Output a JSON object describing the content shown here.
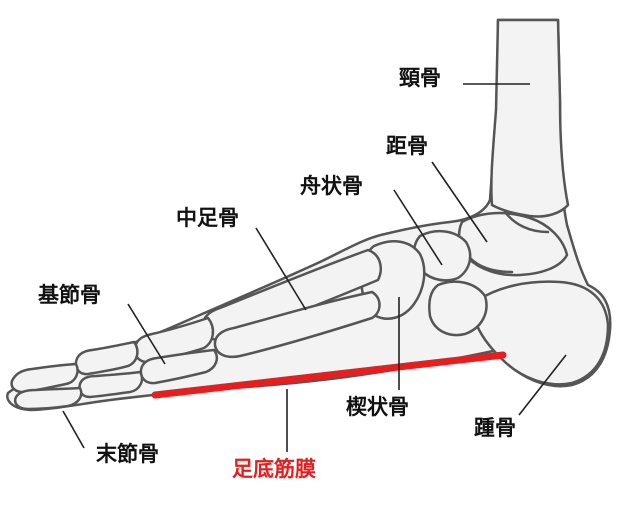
{
  "colors": {
    "bone_fill": "#f3f3f3",
    "bone_outline": "#555555",
    "leader": "#222222",
    "text": "#111111",
    "fascia": "#e51f1f"
  },
  "labels": {
    "tibia": "頸骨",
    "talus": "距骨",
    "navicular": "舟状骨",
    "metatarsal": "中足骨",
    "proximal_phalanx": "基節骨",
    "cuneiform": "楔状骨",
    "calcaneus": "踵骨",
    "distal_phalanx": "末節骨",
    "plantar_fascia": "足底筋膜"
  }
}
